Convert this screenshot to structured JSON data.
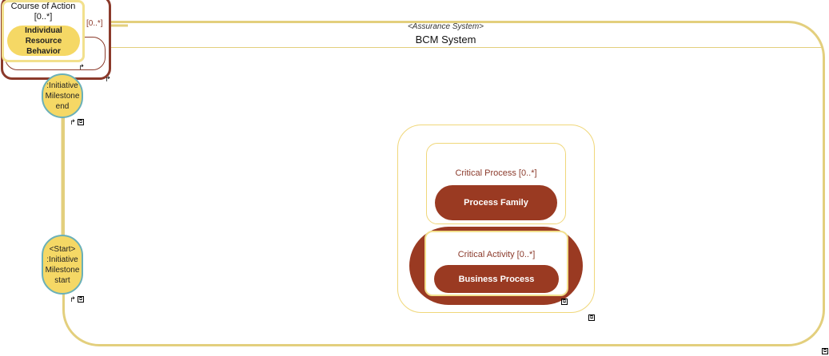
{
  "assurance_system": {
    "stereotype": "<Assurance System>",
    "title": "BCM System"
  },
  "course_of_action": {
    "title": "Course of Action [0..*]",
    "behavior": "Individual Resource Behavior",
    "multiplicity": "[0..*]"
  },
  "milestones": {
    "end": ":Initiative Milestone end",
    "start": "<Start> :Initiative Milestone start"
  },
  "critical_process": {
    "label": "Critical Process [0..*]",
    "family": "Process Family"
  },
  "critical_activity": {
    "label": "Critical Activity [0..*]",
    "process": "Business Process"
  },
  "markers": {
    "arrow": "↱",
    "box": "⧉"
  },
  "colors": {
    "gold": "#e3cf7d",
    "brick": "#9a3a22",
    "teal": "#6ab0b8",
    "yellow_fill": "#f5d865"
  }
}
